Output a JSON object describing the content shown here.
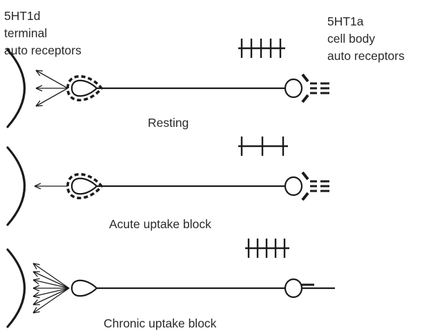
{
  "labels": {
    "left_header": [
      "5HT1d",
      "terminal",
      "auto receptors"
    ],
    "right_header": [
      "5HT1a",
      "cell body",
      "auto receptors"
    ]
  },
  "panels": [
    {
      "caption": "Resting",
      "spike_count": 5,
      "terminal_arrows": 3,
      "terminal_receptors": "present",
      "cell_body_receptors": "present",
      "cell_body_inputs": 3
    },
    {
      "caption": "Acute uptake block",
      "spike_count": 3,
      "terminal_arrows": 1,
      "terminal_receptors": "present",
      "cell_body_receptors": "present",
      "cell_body_inputs": 3
    },
    {
      "caption": "Chronic uptake block",
      "spike_count": 5,
      "terminal_arrows": 7,
      "terminal_receptors": "absent",
      "cell_body_receptors": "absent",
      "cell_body_inputs": 2
    }
  ]
}
